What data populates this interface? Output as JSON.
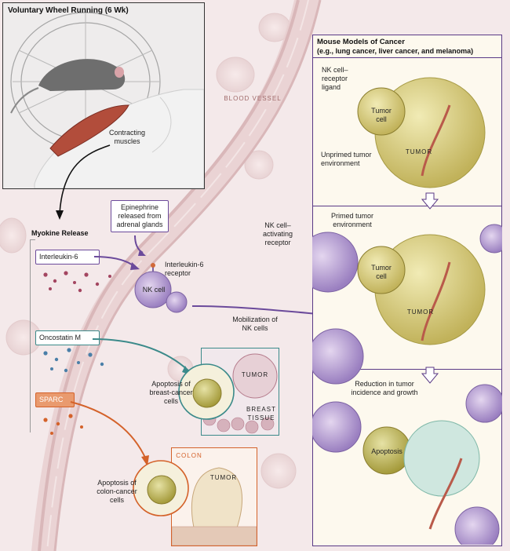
{
  "wheel": {
    "title": "Voluntary Wheel Running (6 Wk)",
    "muscle_label": "Contracting muscles"
  },
  "vessel_label": "BLOOD VESSEL",
  "myokine": {
    "title": "Myokine Release",
    "il6": "Interleukin-6",
    "il6_receptor": "Interleukin-6 receptor",
    "epinephrine": "Epinephrine released from adrenal glands",
    "nk_cell": "NK cell",
    "mobilization": "Mobilization of NK cells",
    "oncostatin": "Oncostatin M",
    "sparc": "SPARC",
    "breast_apoptosis": "Apoptosis of breast-cancer cells",
    "colon_apoptosis": "Apoptosis of colon-cancer cells",
    "breast_tumor": "TUMOR",
    "breast_tissue": "BREAST TISSUE",
    "colon_label": "COLON",
    "colon_tumor": "TUMOR"
  },
  "models": {
    "title": "Mouse Models of Cancer",
    "subtitle": "(e.g., lung cancer, liver cancer, and melanoma)",
    "panel1": {
      "ligand": "NK cell– receptor ligand",
      "tumor_cell": "Tumor cell",
      "tumor": "TUMOR",
      "env": "Unprimed tumor environment"
    },
    "panel2": {
      "activating": "NK cell– activating receptor",
      "env": "Primed tumor environment",
      "tumor_cell": "Tumor cell",
      "tumor": "TUMOR"
    },
    "panel3": {
      "reduction": "Reduction in tumor incidence and growth",
      "apoptosis": "Apoptosis"
    }
  },
  "colors": {
    "il6": "#6b4a9b",
    "oncostatin": "#3b8a8a",
    "sparc": "#d4622a",
    "purple_border": "#5a3a86",
    "vessel": "#e8cfd0"
  }
}
